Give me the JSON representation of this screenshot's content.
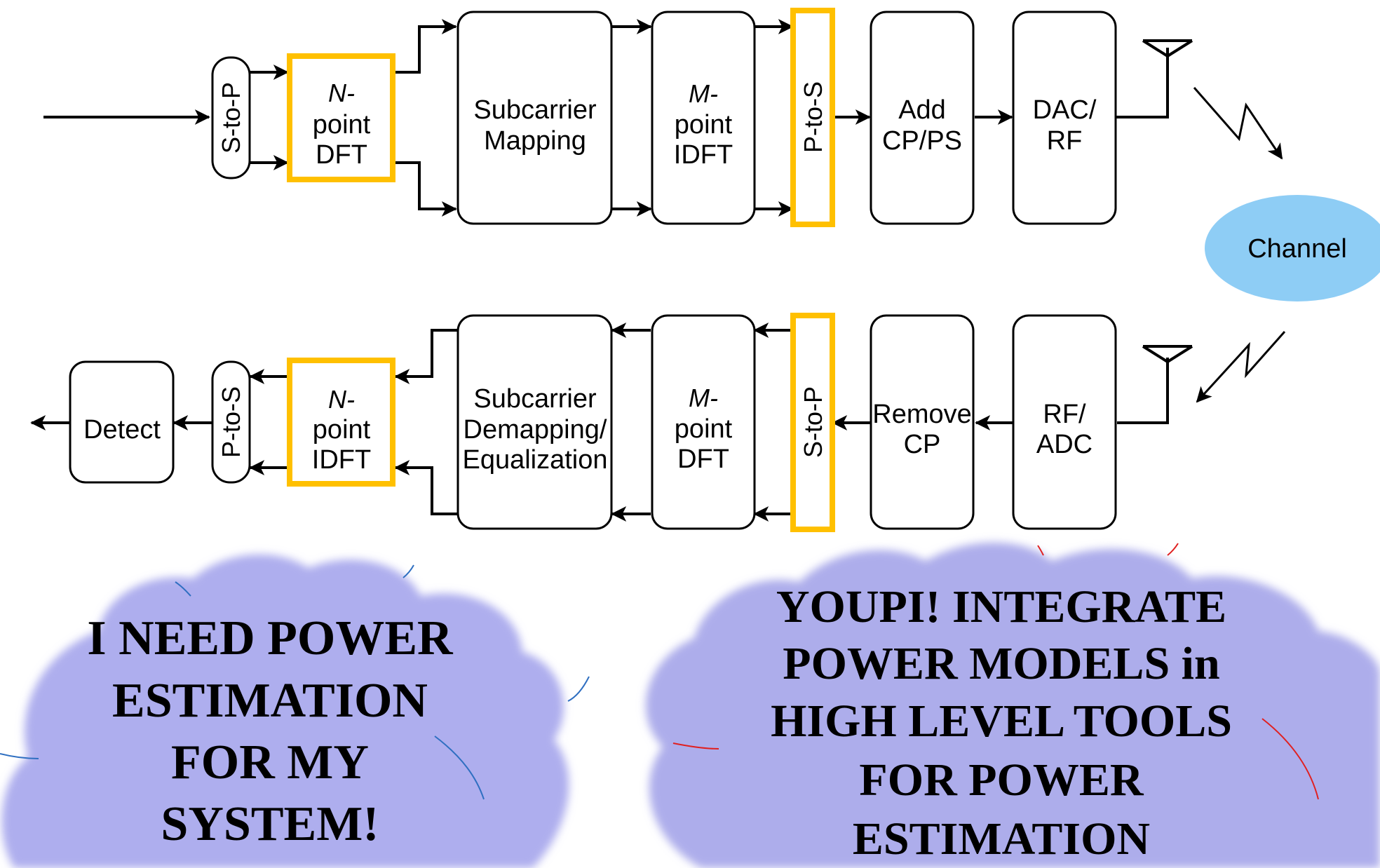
{
  "colors": {
    "highlight": "#ffc000",
    "channel": "#8ecdf5",
    "cloud_left": "#aeaeee",
    "cloud_right": "#adadeb",
    "stroke": "#000000"
  },
  "tx": {
    "s_to_p": "S-to-P",
    "n_dft": [
      "N-",
      "point",
      "DFT"
    ],
    "subcarrier_mapping": [
      "Subcarrier",
      "Mapping"
    ],
    "m_idft": [
      "M-",
      "point",
      "IDFT"
    ],
    "p_to_s": "P-to-S",
    "add_cp": [
      "Add",
      "CP/PS"
    ],
    "dac_rf": [
      "DAC/",
      "RF"
    ]
  },
  "channel": "Channel",
  "rx": {
    "rf_adc": [
      "RF/",
      "ADC"
    ],
    "remove_cp": [
      "Remove",
      "CP"
    ],
    "s_to_p": "S-to-P",
    "m_dft": [
      "M-",
      "point",
      "DFT"
    ],
    "demapping": [
      "Subcarrier",
      "Demapping/",
      "Equalization"
    ],
    "n_idft": [
      "N-",
      "point",
      "IDFT"
    ],
    "p_to_s": "P-to-S",
    "detect": "Detect"
  },
  "clouds": {
    "left": [
      "I NEED POWER",
      "ESTIMATION",
      "FOR MY",
      "SYSTEM!"
    ],
    "right": [
      "YOUPI! INTEGRATE",
      "POWER MODELS in",
      "HIGH LEVEL TOOLS",
      "FOR POWER",
      "ESTIMATION"
    ]
  }
}
